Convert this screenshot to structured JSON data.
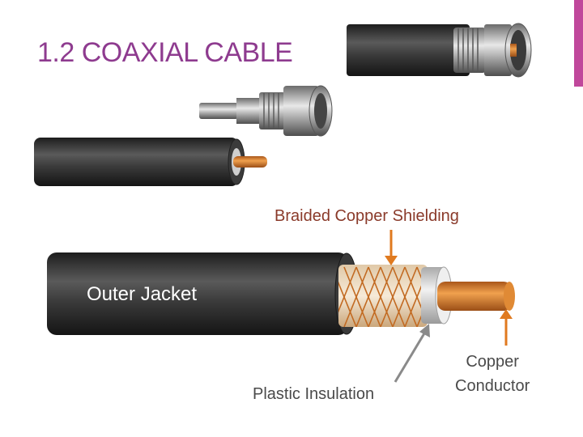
{
  "slide": {
    "title": "1.2 COAXIAL CABLE",
    "accent_color": "#c0479b",
    "title_color": "#8e3b8f"
  },
  "labels": {
    "braided_shielding": "Braided Copper Shielding",
    "outer_jacket": "Outer Jacket",
    "plastic_insulation": "Plastic Insulation",
    "copper_conductor_line1": "Copper",
    "copper_conductor_line2": "Conductor"
  },
  "colors": {
    "jacket": "#2e2e2e",
    "copper": "#d9822b",
    "insulation": "#d8d8d8",
    "arrow_orange": "#e07a1f",
    "arrow_gray": "#8a8a8a"
  }
}
